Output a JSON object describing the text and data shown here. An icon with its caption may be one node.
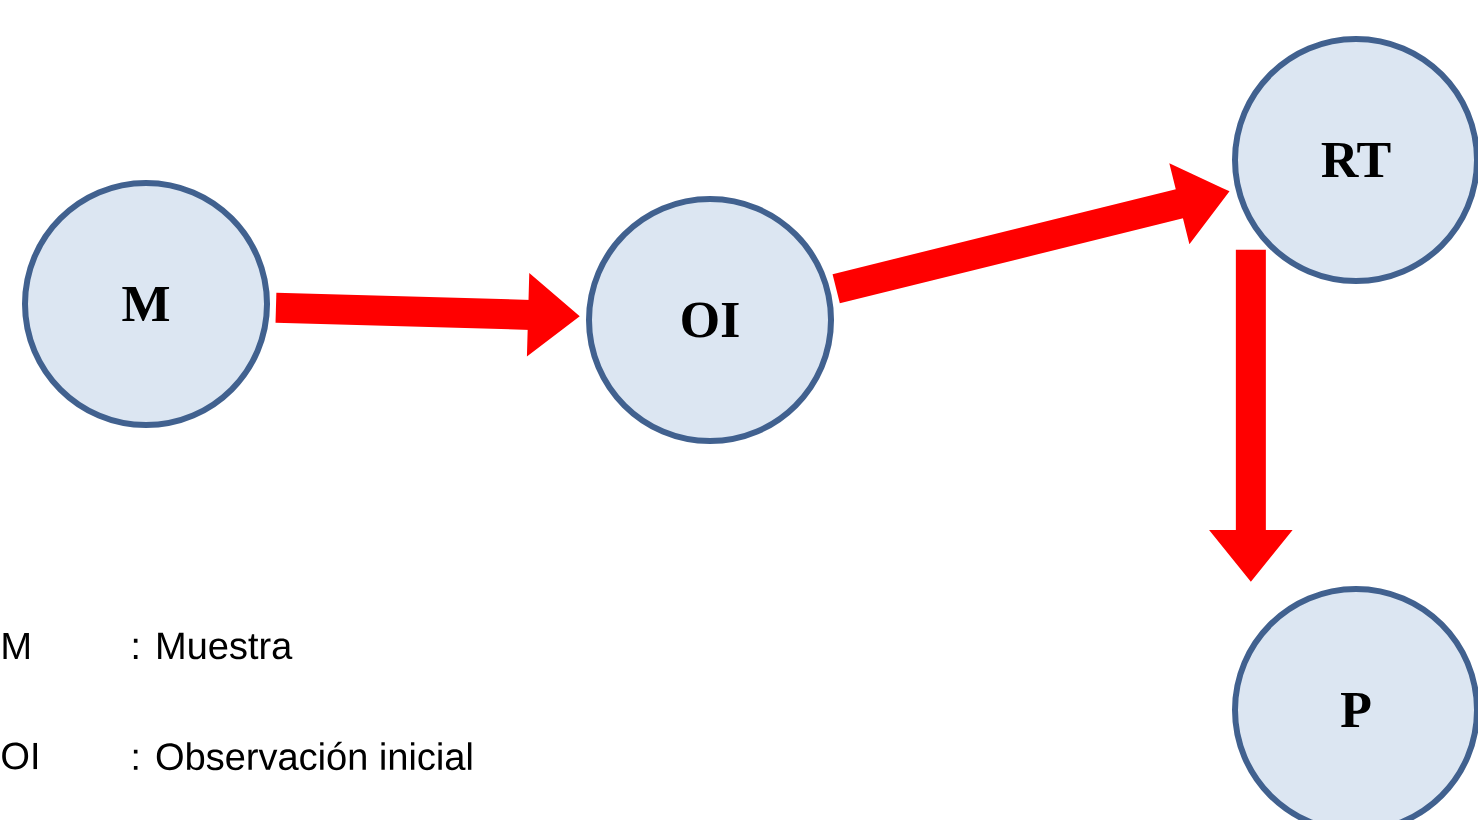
{
  "diagram": {
    "nodes": [
      {
        "text": [
          "M"
        ]
      },
      {
        "text": [
          "OI"
        ]
      },
      {
        "text": [
          "RT"
        ]
      },
      {
        "text": [
          "P"
        ]
      }
    ],
    "edges": [
      {
        "from": 0,
        "to": 1,
        "arrow": "to"
      },
      {
        "from": 1,
        "to": 2,
        "arrow": "to"
      },
      {
        "from": 2,
        "to": 3,
        "arrow": "to"
      }
    ],
    "labels": [
      "M",
      ": Muestra",
      "OI",
      ": Observación inicial"
    ]
  }
}
